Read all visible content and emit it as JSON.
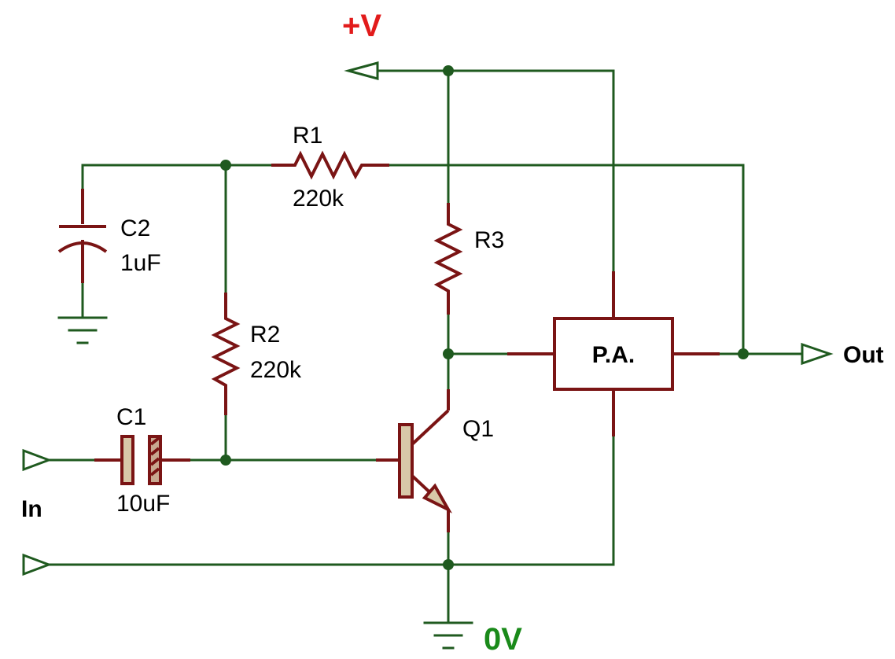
{
  "supply": {
    "positive_label": "+V",
    "ground_label": "0V"
  },
  "components": {
    "r1": {
      "ref": "R1",
      "value": "220k"
    },
    "r2": {
      "ref": "R2",
      "value": "220k"
    },
    "r3": {
      "ref": "R3"
    },
    "c1": {
      "ref": "C1",
      "value": "10uF"
    },
    "c2": {
      "ref": "C2",
      "value": "1uF"
    },
    "q1": {
      "ref": "Q1"
    },
    "pa": {
      "label": "P.A."
    }
  },
  "ports": {
    "input_label": "In",
    "output_label": "Out"
  },
  "colors": {
    "wire": "#1f5a1f",
    "component": "#7a1414",
    "positive_supply_text": "#e21b1b",
    "ground_text": "#1a8a1a"
  }
}
